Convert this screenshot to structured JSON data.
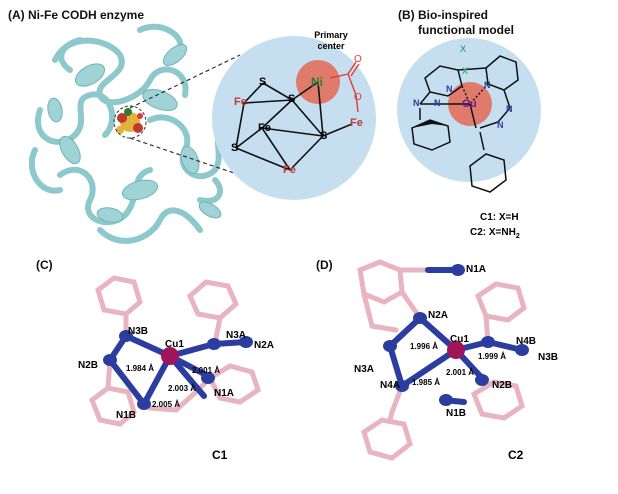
{
  "panelA": {
    "title": "(A)  Ni-Fe CODH enzyme",
    "callout": "Primary center",
    "callout_line1": "Primary",
    "callout_line2": "center",
    "atoms": {
      "ni": "Ni",
      "s1": "S",
      "s2": "S",
      "s3": "S",
      "s4": "S",
      "fe1": "Fe",
      "fe2": "Fe",
      "fe3": "Fe",
      "fe4": "Fe",
      "o1": "O",
      "o2": "O"
    }
  },
  "panelB": {
    "title_line1": "(B)  Bio-inspired",
    "title_line2": "functional model",
    "cu": "Cu",
    "x1": "X",
    "x2": "X",
    "n_labels": [
      "N",
      "N",
      "N",
      "N",
      "N",
      "N"
    ],
    "c1_label": "C1: X=H",
    "c2_label_main": "C2: X=NH",
    "c2_label_sub": "2"
  },
  "panelC": {
    "title": "(C)",
    "caption": "C1",
    "atoms": {
      "cu": "Cu1",
      "n3b": "N3B",
      "n2b": "N2B",
      "n1b": "N1B",
      "n3a": "N3A",
      "n2a": "N2A",
      "n1a": "N1A"
    },
    "bonds": {
      "b1": "1.984 Å",
      "b2": "2.001 Å",
      "b3": "2.003 Å",
      "b4": "2.005 Å"
    }
  },
  "panelD": {
    "title": "(D)",
    "caption": "C2",
    "atoms": {
      "cu": "Cu1",
      "n1a": "N1A",
      "n2a": "N2A",
      "n3a": "N3A",
      "n4a": "N4A",
      "n4b": "N4B",
      "n3b": "N3B",
      "n2b": "N2B",
      "n1b": "N1B"
    },
    "bonds": {
      "b1": "1.996 Å",
      "b2": "1.999 Å",
      "b3": "2.001 Å",
      "b4": "1.985 Å"
    }
  },
  "colors": {
    "protein": "#9fd3d6",
    "circle_bg": "#c5dff0",
    "metal_circle": "#e07b6b",
    "iron": "#c0392b",
    "nickel": "#2e7d32",
    "oxygen": "#e53935",
    "carbon": "#e8b4c0",
    "nitrogen": "#2b3ea0",
    "copper": "#a0155a",
    "x_label": "#3cb371"
  }
}
